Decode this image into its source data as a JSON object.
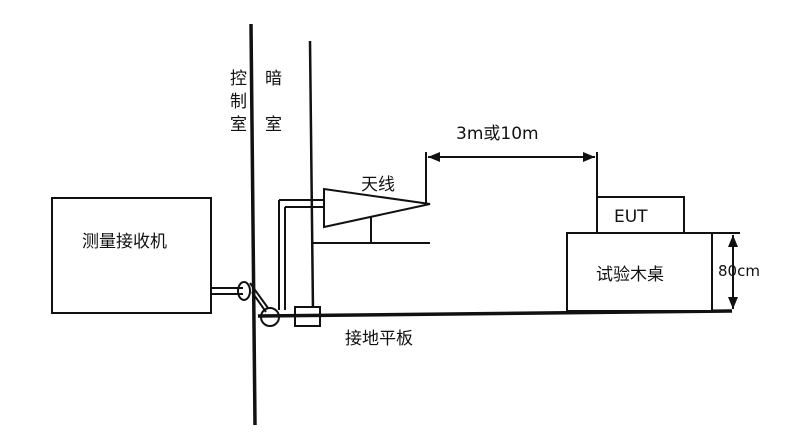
{
  "diagram": {
    "labels": {
      "control_room": "控制室",
      "shielded_room": "暗室",
      "receiver": "测量接收机",
      "antenna": "天线",
      "distance": "3m或10m",
      "eut": "EUT",
      "table": "试验木桌",
      "height": "80cm",
      "ground_plane": "接地平板"
    }
  }
}
